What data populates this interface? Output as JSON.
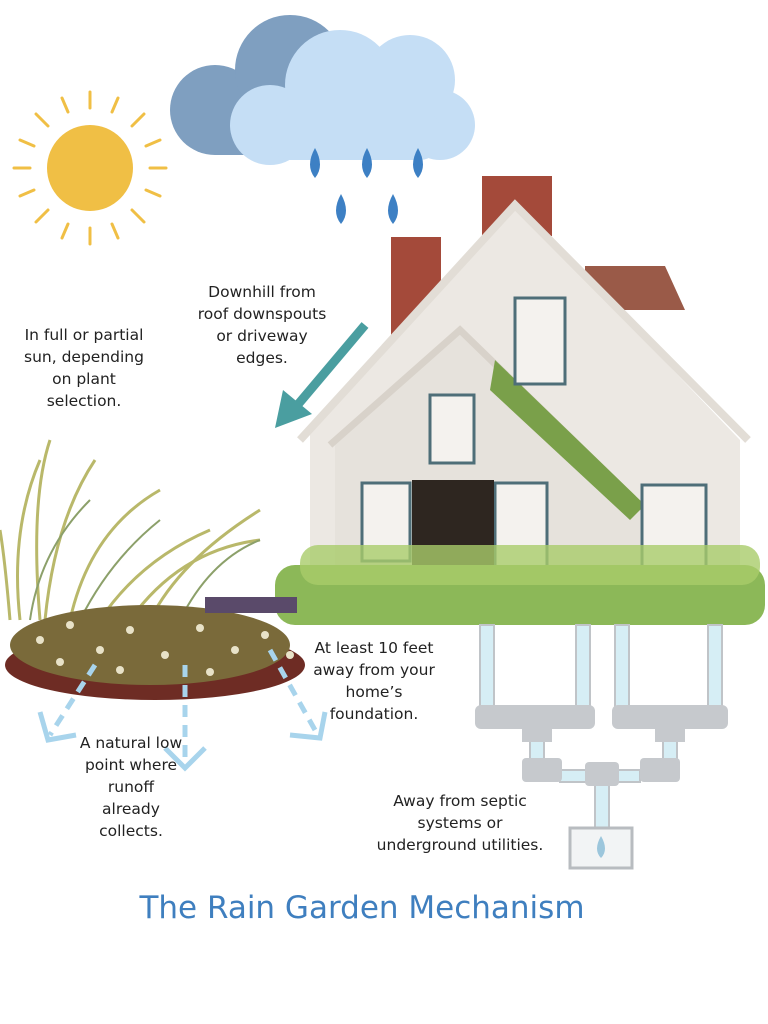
{
  "title": "The Rain Garden Mechanism",
  "labels": {
    "downspouts": [
      "Downhill from",
      "roof downspouts",
      "or driveway",
      "edges."
    ],
    "sun": [
      "In full or partial",
      "sun, depending",
      "on plant",
      "selection."
    ],
    "distance": [
      "At least 10 feet",
      "away from your",
      "home’s",
      "foundation."
    ],
    "low_point": [
      "A natural low",
      "point where",
      "runoff",
      "already",
      "collects."
    ],
    "utilities": [
      "Away from septic",
      "systems or",
      "underground utilities."
    ]
  },
  "colors": {
    "title": "#3f7fbf",
    "sun": "#f0bf45",
    "cloud_dark": "#7f9fc0",
    "cloud_light": "#c5def5",
    "rain": "#3d80c4",
    "arrow": "#4a9ea0",
    "pipe": "#c8ccd0",
    "water": "#cfe6f0"
  }
}
